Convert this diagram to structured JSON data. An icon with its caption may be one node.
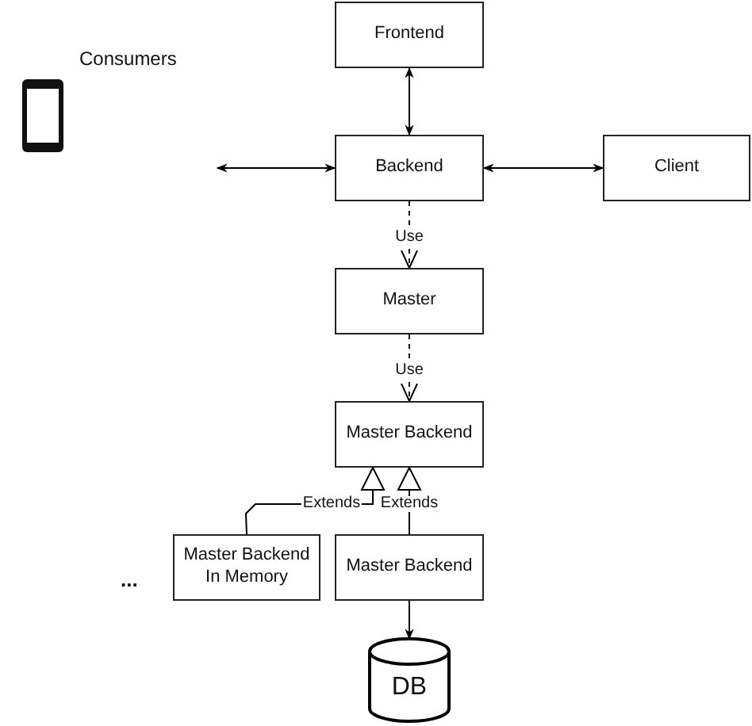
{
  "diagram": {
    "nodes": [
      {
        "text": [
          "Frontend"
        ]
      },
      {
        "text": [
          "Backend"
        ]
      },
      {
        "text": [
          "Client"
        ]
      },
      {
        "text": [
          "Master"
        ]
      },
      {
        "text": [
          "Master Backend"
        ]
      },
      {
        "text": [
          "Master Backend In Memory"
        ]
      },
      {
        "text": [
          "Master Backend"
        ]
      },
      {
        "text": [
          "DB"
        ]
      }
    ],
    "edges": [
      {
        "from": 1,
        "to": 0,
        "arrow": "both"
      },
      {
        "from": null,
        "to": 1,
        "arrow": "both"
      },
      {
        "from": 1,
        "to": 2,
        "arrow": "both"
      },
      {
        "from": 1,
        "to": 3,
        "arrow": "to",
        "label": "Use",
        "style": "dashed"
      },
      {
        "from": 3,
        "to": 4,
        "arrow": "to",
        "label": "Use",
        "style": "dashed"
      },
      {
        "from": 5,
        "to": 4,
        "arrow": "to",
        "label": "Extends"
      },
      {
        "from": 6,
        "to": 4,
        "arrow": "to",
        "label": "Extends"
      },
      {
        "from": 6,
        "to": 7,
        "arrow": "to"
      }
    ],
    "labels": [
      "Consumers",
      "..."
    ]
  }
}
